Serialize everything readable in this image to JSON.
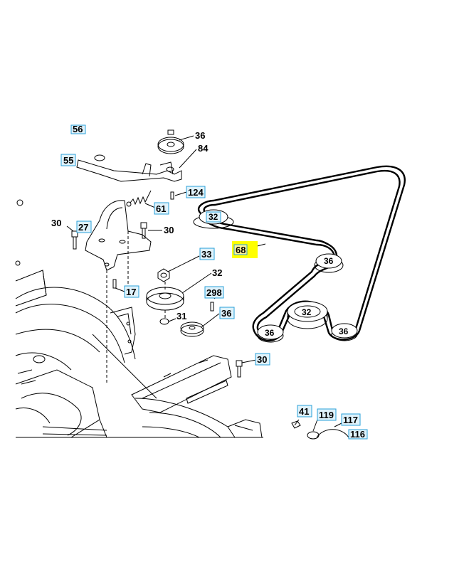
{
  "labels": {
    "l56": "56",
    "l55": "55",
    "l36a": "36",
    "l84": "84",
    "l124": "124",
    "l61": "61",
    "l30a": "30",
    "l27": "27",
    "l30b": "30",
    "l33": "33",
    "l32a": "32",
    "l17": "17",
    "l298": "298",
    "l31": "31",
    "l36b": "36",
    "l30c": "30",
    "l68": "68",
    "l41": "41",
    "l119": "119",
    "l117": "117",
    "l116": "116",
    "p32a": "32",
    "p36a": "36",
    "p32b": "32",
    "p36b": "36",
    "p36c": "36"
  },
  "colors": {
    "label_box_fill": "#dff2fb",
    "label_box_stroke": "#2aa0d8",
    "highlight": "#ffff00",
    "line": "#000000"
  }
}
